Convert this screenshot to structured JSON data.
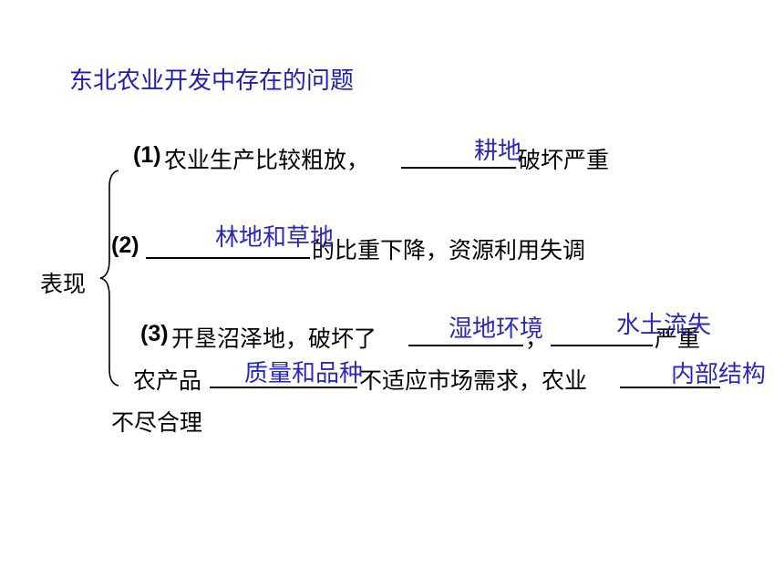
{
  "title": "东北农业开发中存在的问题",
  "label": "表现",
  "items": {
    "i1": {
      "num": "(1)",
      "pre": "农业生产比较粗放，",
      "post": "破坏严重",
      "answer": "耕地"
    },
    "i2": {
      "num": "(2)",
      "post": "的比重下降，资源利用失调",
      "answer": "林地和草地"
    },
    "i3": {
      "num": "(3)",
      "pre": "开垦沼泽地，破坏了",
      "sep": "，",
      "post": "严重",
      "answer1": "湿地环境",
      "answer2": "水土流失",
      "line2_pre": "农产品",
      "line2_mid": "不适应市场需求，农业",
      "answer3": "质量和品种",
      "answer4": "内部结构",
      "line3": "不尽合理"
    }
  }
}
